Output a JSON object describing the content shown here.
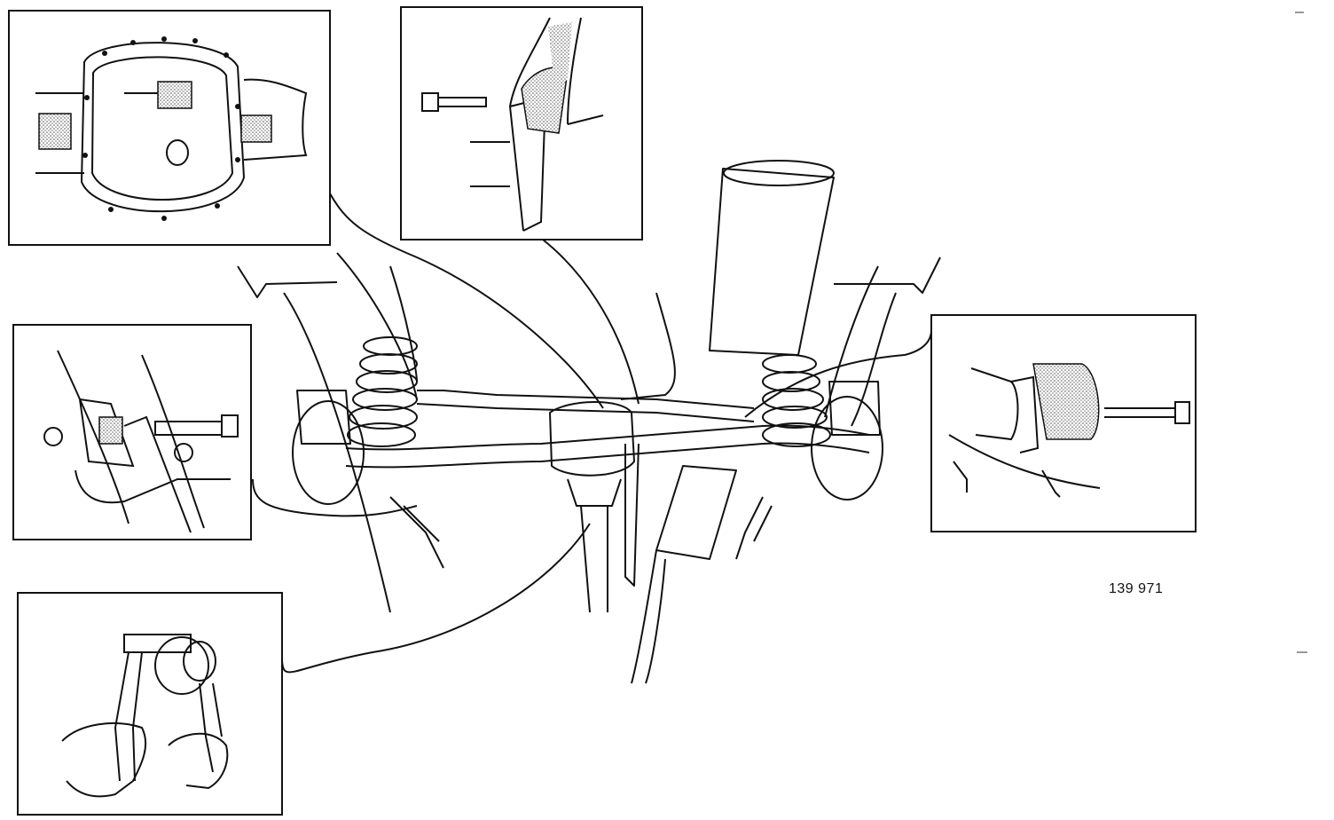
{
  "figure": {
    "reference_number": "139 971"
  },
  "panels": [
    {
      "name": "differential-cover-detail"
    },
    {
      "name": "upper-link-bolt-detail"
    },
    {
      "name": "left-trailing-arm-bolt-detail"
    },
    {
      "name": "right-trailing-arm-bolt-detail"
    },
    {
      "name": "drive-flange-wrench-detail"
    }
  ],
  "colors": {
    "line": "#111111",
    "shade": "#9a9a9a",
    "paper": "#ffffff"
  }
}
